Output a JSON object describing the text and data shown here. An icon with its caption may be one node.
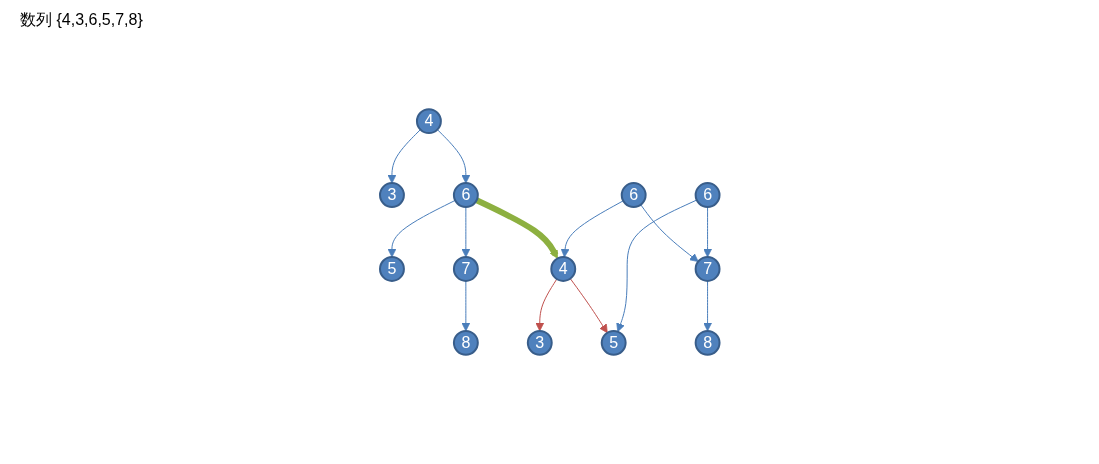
{
  "diagram": {
    "nodes": [
      {
        "text": [
          "4"
        ]
      },
      {
        "text": [
          "3"
        ]
      },
      {
        "text": [
          "6"
        ]
      },
      {
        "text": [
          "5"
        ]
      },
      {
        "text": [
          "7"
        ]
      },
      {
        "text": [
          "8"
        ]
      },
      {
        "text": [
          "6"
        ]
      },
      {
        "text": [
          "4"
        ]
      },
      {
        "text": [
          "6"
        ]
      },
      {
        "text": [
          "3"
        ]
      },
      {
        "text": [
          "5"
        ]
      },
      {
        "text": [
          "7"
        ]
      },
      {
        "text": [
          "8"
        ]
      }
    ],
    "edges": [
      {
        "from": 0,
        "to": 1,
        "arrow": "to"
      },
      {
        "from": 0,
        "to": 2,
        "arrow": "to"
      },
      {
        "from": 2,
        "to": 3,
        "arrow": "to"
      },
      {
        "from": 2,
        "to": 4,
        "arrow": "to"
      },
      {
        "from": 4,
        "to": 5,
        "arrow": "to"
      },
      {
        "from": 2,
        "to": 7,
        "arrow": "to",
        "style": "thick",
        "color": "#8db040"
      },
      {
        "from": 6,
        "to": 7,
        "arrow": "to"
      },
      {
        "from": 6,
        "to": 11,
        "arrow": "to"
      },
      {
        "from": 7,
        "to": 9,
        "arrow": "to",
        "color": "#c0504d"
      },
      {
        "from": 7,
        "to": 10,
        "arrow": "to",
        "color": "#c0504d"
      },
      {
        "from": 8,
        "to": 10,
        "arrow": "to"
      },
      {
        "from": 8,
        "to": 11,
        "arrow": "to"
      },
      {
        "from": 11,
        "to": 12,
        "arrow": "to"
      }
    ],
    "labels": [
      "数列 {4,3,6,5,7,8}"
    ]
  }
}
